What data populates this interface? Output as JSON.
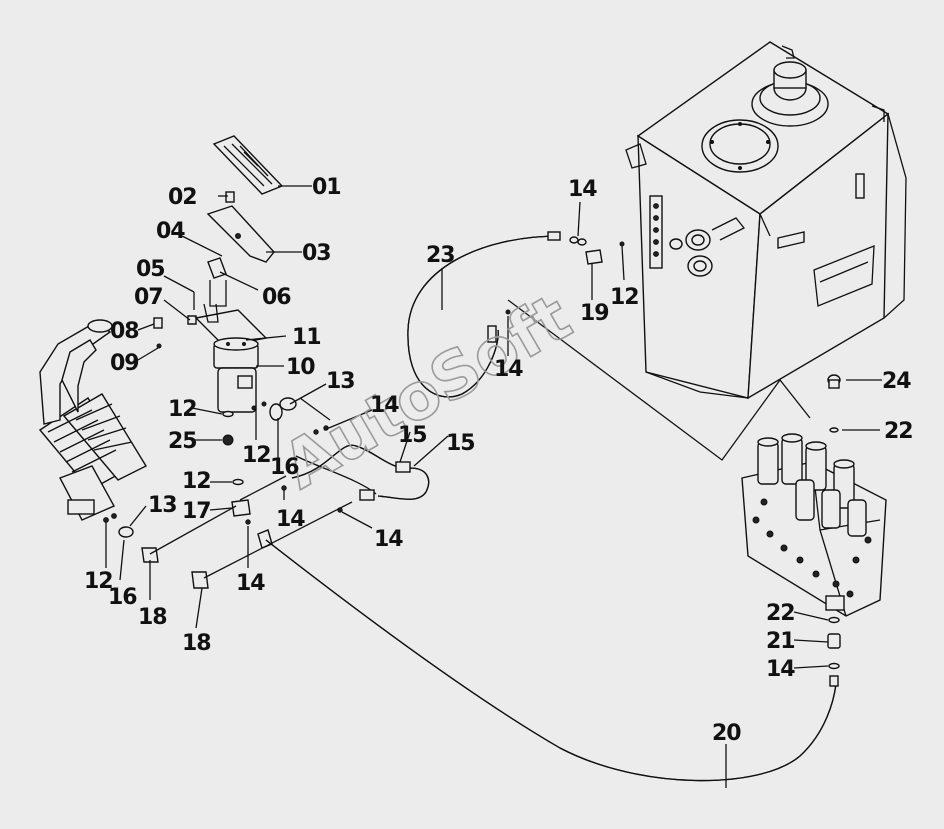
{
  "watermark": "AutoSoft",
  "callouts": [
    {
      "id": "01",
      "text": "01"
    },
    {
      "id": "02",
      "text": "02"
    },
    {
      "id": "03",
      "text": "03"
    },
    {
      "id": "04",
      "text": "04"
    },
    {
      "id": "05",
      "text": "05"
    },
    {
      "id": "06",
      "text": "06"
    },
    {
      "id": "07",
      "text": "07"
    },
    {
      "id": "08",
      "text": "08"
    },
    {
      "id": "09",
      "text": "09"
    },
    {
      "id": "10",
      "text": "10"
    },
    {
      "id": "11",
      "text": "11"
    },
    {
      "id": "12a",
      "text": "12"
    },
    {
      "id": "12b",
      "text": "12"
    },
    {
      "id": "12c",
      "text": "12"
    },
    {
      "id": "12d",
      "text": "12"
    },
    {
      "id": "12e",
      "text": "12"
    },
    {
      "id": "13a",
      "text": "13"
    },
    {
      "id": "13b",
      "text": "13"
    },
    {
      "id": "14a",
      "text": "14"
    },
    {
      "id": "14b",
      "text": "14"
    },
    {
      "id": "14c",
      "text": "14"
    },
    {
      "id": "14d",
      "text": "14"
    },
    {
      "id": "14e",
      "text": "14"
    },
    {
      "id": "14f",
      "text": "14"
    },
    {
      "id": "14g",
      "text": "14"
    },
    {
      "id": "15a",
      "text": "15"
    },
    {
      "id": "15b",
      "text": "15"
    },
    {
      "id": "16a",
      "text": "16"
    },
    {
      "id": "16b",
      "text": "16"
    },
    {
      "id": "17",
      "text": "17"
    },
    {
      "id": "18a",
      "text": "18"
    },
    {
      "id": "18b",
      "text": "18"
    },
    {
      "id": "19",
      "text": "19"
    },
    {
      "id": "20",
      "text": "20"
    },
    {
      "id": "21",
      "text": "21"
    },
    {
      "id": "22a",
      "text": "22"
    },
    {
      "id": "22b",
      "text": "22"
    },
    {
      "id": "23",
      "text": "23"
    },
    {
      "id": "24",
      "text": "24"
    },
    {
      "id": "25",
      "text": "25"
    }
  ]
}
